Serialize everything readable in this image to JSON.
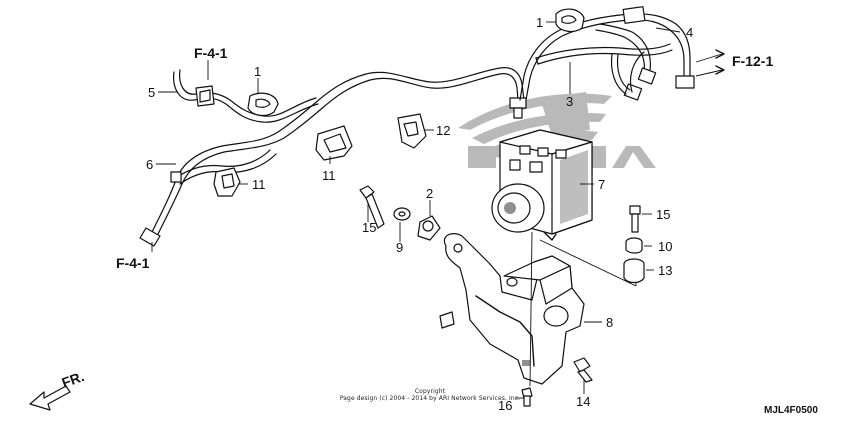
{
  "diagram": {
    "code": "MJL4F0500",
    "copyright": [
      "Copyright",
      "Page design (c) 2004 - 2014 by ARI Network Services, Inc."
    ],
    "front_label": "FR.",
    "refs": {
      "f41_top": "F-4-1",
      "f41_bottom": "F-4-1",
      "f121": "F-12-1"
    },
    "parts": {
      "p1a": "1",
      "p1b": "1",
      "p2": "2",
      "p3": "3",
      "p4": "4",
      "p5": "5",
      "p6": "6",
      "p7": "7",
      "p8": "8",
      "p9": "9",
      "p10": "10",
      "p11a": "11",
      "p11b": "11",
      "p12": "12",
      "p13": "13",
      "p14": "14",
      "p15a": "15",
      "p15b": "15",
      "p16": "16"
    }
  }
}
